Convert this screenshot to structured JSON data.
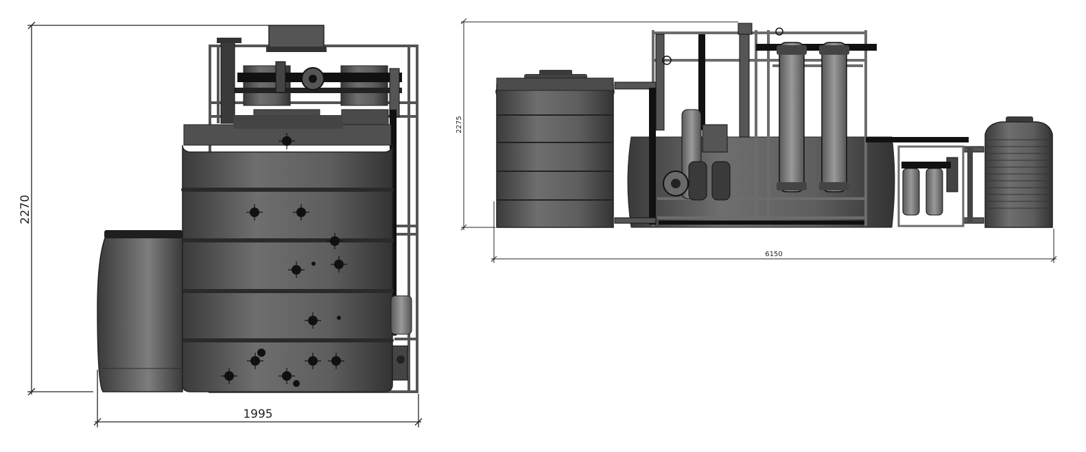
{
  "views": {
    "side": {
      "height_label": "2270",
      "width_label": "1995"
    },
    "front": {
      "height_label": "2275",
      "length_label": "6150"
    }
  },
  "colors": {
    "tank_light": "#7a7a7a",
    "tank_dark": "#3c3c3c",
    "frame": "#8a8a8a",
    "pipe": "#111111",
    "dimension_line": "#222222",
    "background": "#ffffff"
  }
}
